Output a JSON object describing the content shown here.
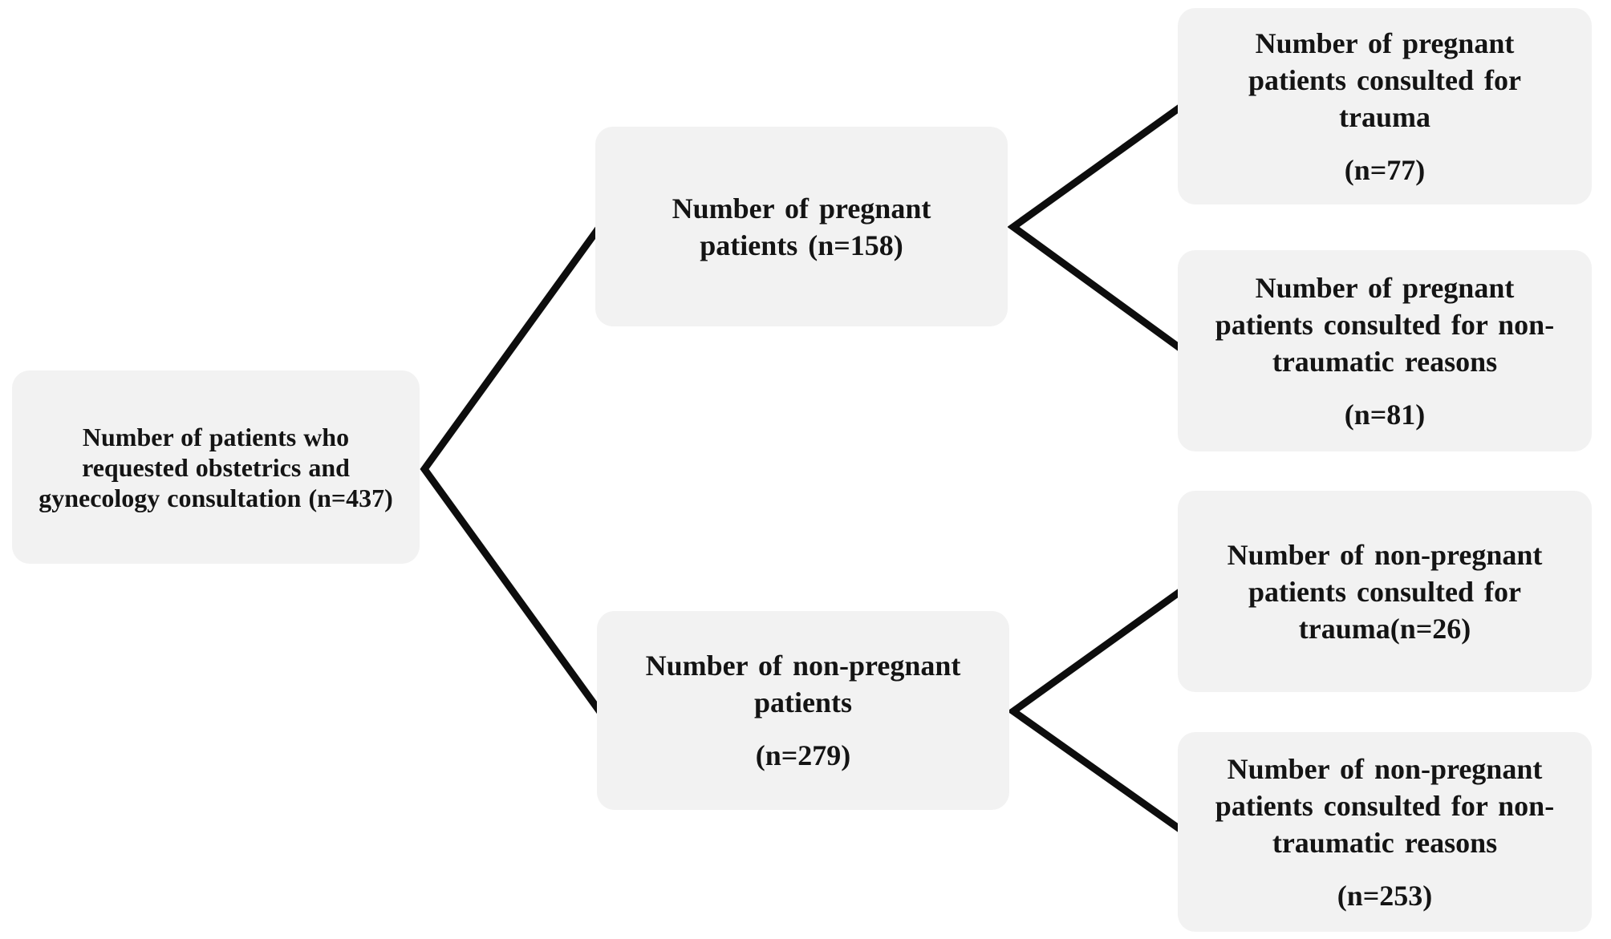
{
  "figure": {
    "type": "flowchart",
    "colors": {
      "box_fill": "#f2f2f2",
      "line": "#0d0d0d",
      "text": "#141414",
      "background": "#ffffff"
    },
    "nodes": {
      "total": {
        "lines": [
          "Number of patients who",
          "requested obstetrics and",
          "gynecology consultation (n=437)"
        ],
        "n": 437
      },
      "pregnant": {
        "lines": [
          "Number of pregnant",
          "patients (n=158)"
        ],
        "n": 158
      },
      "non_pregnant": {
        "lines": [
          "Number of non-pregnant",
          "patients"
        ],
        "count": "(n=279)",
        "n": 279
      },
      "pregnant_trauma": {
        "lines": [
          "Number of pregnant",
          "patients consulted for",
          "trauma"
        ],
        "count": "(n=77)",
        "n": 77
      },
      "pregnant_non_traumatic": {
        "lines": [
          "Number of pregnant",
          "patients consulted for non-",
          "traumatic reasons"
        ],
        "count": "(n=81)",
        "n": 81
      },
      "non_pregnant_trauma": {
        "lines": [
          "Number of non-pregnant",
          "patients consulted for",
          "trauma(n=26)"
        ],
        "n": 26
      },
      "non_pregnant_non_traumatic": {
        "lines": [
          "Number of non-pregnant",
          "patients consulted for non-",
          "traumatic reasons"
        ],
        "count": "(n=253)",
        "n": 253
      }
    },
    "edges": [
      {
        "from": "total",
        "to": "pregnant"
      },
      {
        "from": "total",
        "to": "non_pregnant"
      },
      {
        "from": "pregnant",
        "to": "pregnant_trauma"
      },
      {
        "from": "pregnant",
        "to": "pregnant_non_traumatic"
      },
      {
        "from": "non_pregnant",
        "to": "non_pregnant_trauma"
      },
      {
        "from": "non_pregnant",
        "to": "non_pregnant_non_traumatic"
      }
    ]
  }
}
